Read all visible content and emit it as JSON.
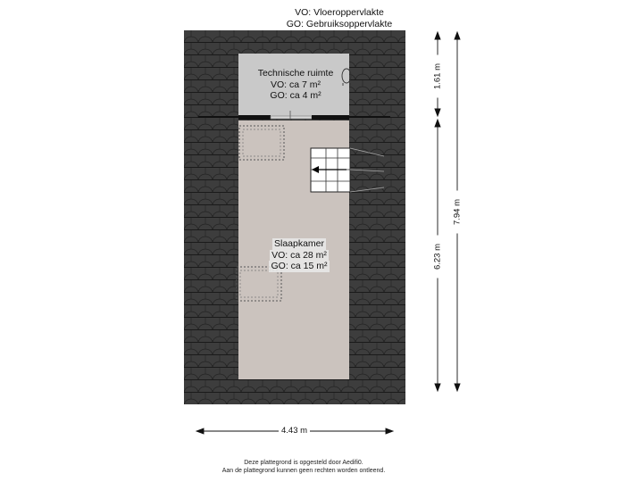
{
  "legend": {
    "vo": "VO: Vloeroppervlakte",
    "go": "GO: Gebruiksoppervlakte"
  },
  "rooms": {
    "technische_ruimte": {
      "name": "Technische ruimte",
      "vo": "VO: ca 7 m²",
      "go": "GO: ca 4 m²"
    },
    "slaapkamer": {
      "name": "Slaapkamer",
      "vo": "VO: ca 28 m²",
      "go": "GO: ca 15 m²"
    }
  },
  "dimensions": {
    "width": "4.43 m",
    "top_section": "1.61 m",
    "bottom_section": "6.23 m",
    "total_height": "7.94 m"
  },
  "disclaimer": {
    "line1": "Deze plattegrond is opgesteld door Aedifi0.",
    "line2": "Aan de plattegrond kunnen geen rechten worden ontleend."
  },
  "colors": {
    "roof": "#3b3b3b",
    "roof_tile_line": "#1c1c1c",
    "floor_bedroom": "#cbc3be",
    "floor_tech": "#c9c9c9",
    "wall": "#111111"
  }
}
